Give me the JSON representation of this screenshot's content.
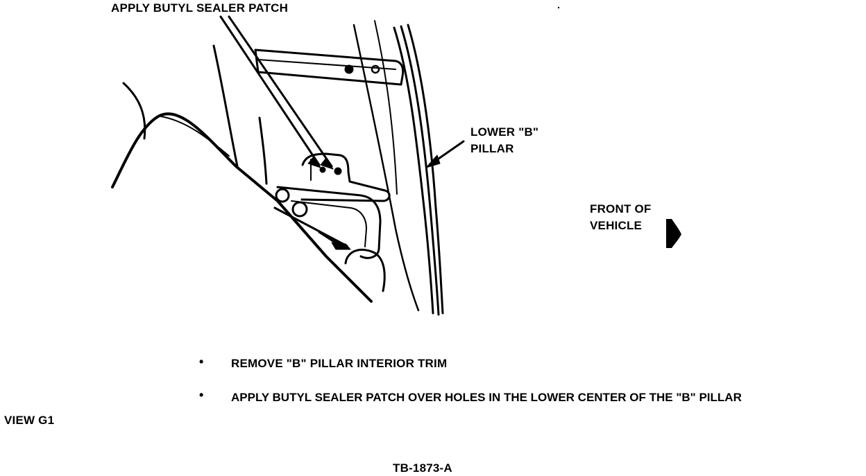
{
  "callouts": {
    "sealer_patch": "APPLY BUTYL SEALER PATCH",
    "lower_b_line1": "LOWER \"B\"",
    "lower_b_line2": "PILLAR",
    "front_line1": "FRONT OF",
    "front_line2": "VEHICLE"
  },
  "instructions": [
    "REMOVE \"B\" PILLAR INTERIOR TRIM",
    "APPLY BUTYL SEALER PATCH OVER HOLES IN THE LOWER CENTER OF THE \"B\" PILLAR"
  ],
  "bullet_symbol": "•",
  "view_label": "VIEW G1",
  "figure_code": "TB-1873-A",
  "colors": {
    "ink": "#000000",
    "paper": "#ffffff"
  }
}
